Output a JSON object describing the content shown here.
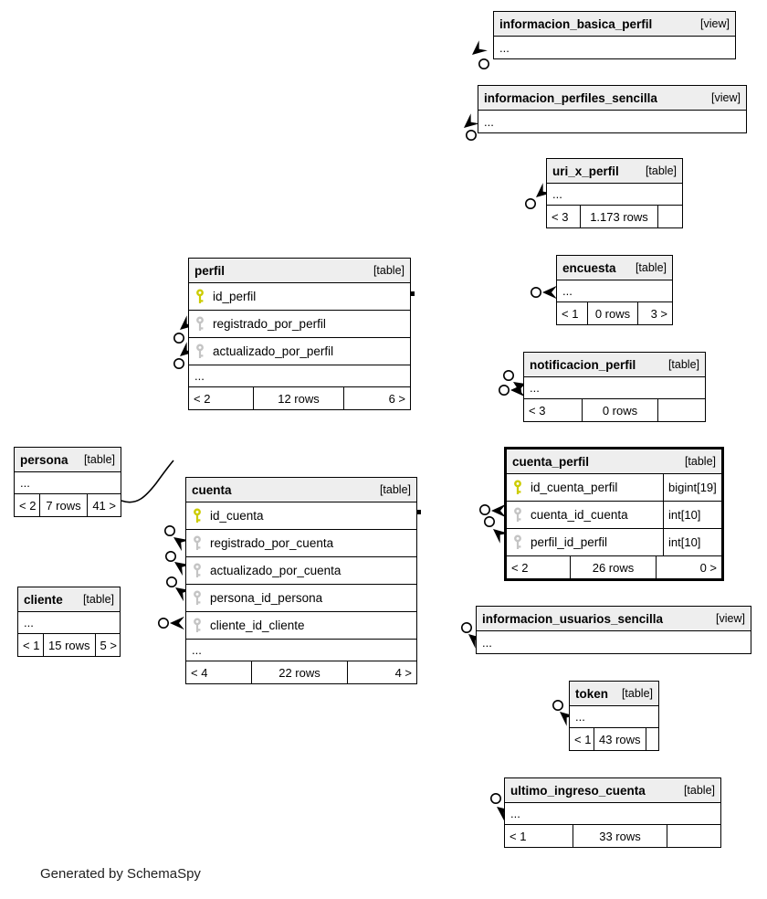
{
  "generator_note": "Generated by SchemaSpy",
  "colors": {
    "header_bg": "#eeeeee",
    "border": "#000000",
    "primary_key_icon": "#cccc00",
    "foreign_key_icon": "#c4c4c4",
    "focus_table_border": "#000000"
  },
  "tables": [
    {
      "name": "informacion_basica_perfil",
      "kind": "[view]",
      "ellipsis": "..."
    },
    {
      "name": "informacion_perfiles_sencilla",
      "kind": "[view]",
      "ellipsis": "..."
    },
    {
      "name": "uri_x_perfil",
      "kind": "[table]",
      "ellipsis": "...",
      "footer": {
        "left": "< 3",
        "mid": "1.173 rows",
        "right": ""
      }
    },
    {
      "name": "perfil",
      "kind": "[table]",
      "ellipsis": "...",
      "columns": [
        {
          "name": "id_perfil",
          "key": "primary"
        },
        {
          "name": "registrado_por_perfil",
          "key": "foreign"
        },
        {
          "name": "actualizado_por_perfil",
          "key": "foreign"
        }
      ],
      "footer": {
        "left": "< 2",
        "mid": "12 rows",
        "right": "6 >"
      }
    },
    {
      "name": "encuesta",
      "kind": "[table]",
      "ellipsis": "...",
      "footer": {
        "left": "< 1",
        "mid": "0 rows",
        "right": "3 >"
      }
    },
    {
      "name": "notificacion_perfil",
      "kind": "[table]",
      "ellipsis": "...",
      "footer": {
        "left": "< 3",
        "mid": "0 rows",
        "right": ""
      }
    },
    {
      "name": "cuenta_perfil",
      "kind": "[table]",
      "highlighted": true,
      "columns": [
        {
          "name": "id_cuenta_perfil",
          "type": "bigint[19]",
          "key": "primary"
        },
        {
          "name": "cuenta_id_cuenta",
          "type": "int[10]",
          "key": "foreign"
        },
        {
          "name": "perfil_id_perfil",
          "type": "int[10]",
          "key": "foreign"
        }
      ],
      "footer": {
        "left": "< 2",
        "mid": "26 rows",
        "right": "0 >"
      }
    },
    {
      "name": "persona",
      "kind": "[table]",
      "ellipsis": "...",
      "footer": {
        "left": "< 2",
        "mid": "7 rows",
        "right": "41 >"
      }
    },
    {
      "name": "cuenta",
      "kind": "[table]",
      "ellipsis": "...",
      "columns": [
        {
          "name": "id_cuenta",
          "key": "primary"
        },
        {
          "name": "registrado_por_cuenta",
          "key": "foreign"
        },
        {
          "name": "actualizado_por_cuenta",
          "key": "foreign"
        },
        {
          "name": "persona_id_persona",
          "key": "foreign"
        },
        {
          "name": "cliente_id_cliente",
          "key": "foreign"
        }
      ],
      "footer": {
        "left": "< 4",
        "mid": "22 rows",
        "right": "4 >"
      }
    },
    {
      "name": "cliente",
      "kind": "[table]",
      "ellipsis": "...",
      "footer": {
        "left": "< 1",
        "mid": "15 rows",
        "right": "5 >"
      }
    },
    {
      "name": "informacion_usuarios_sencilla",
      "kind": "[view]",
      "ellipsis": "..."
    },
    {
      "name": "token",
      "kind": "[table]",
      "ellipsis": "...",
      "footer": {
        "left": "< 1",
        "mid": "43 rows",
        "right": ""
      }
    },
    {
      "name": "ultimo_ingreso_cuenta",
      "kind": "[table]",
      "ellipsis": "...",
      "footer": {
        "left": "< 1",
        "mid": "33 rows",
        "right": ""
      }
    }
  ]
}
